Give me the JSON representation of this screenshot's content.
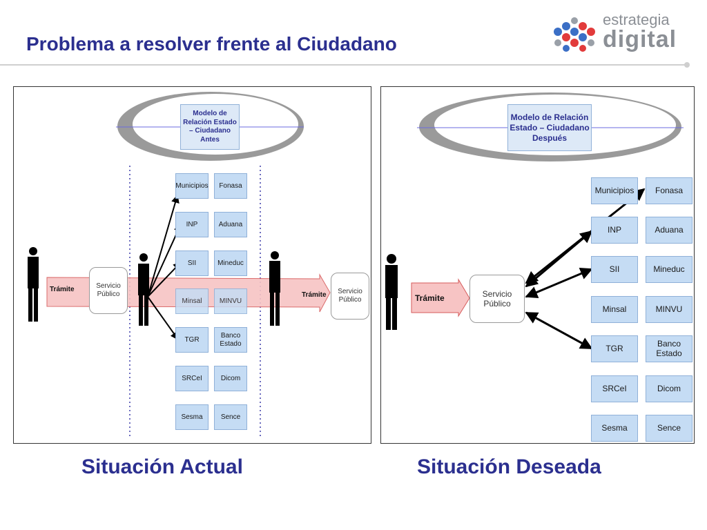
{
  "slide": {
    "title": "Problema a resolver frente al Ciudadano",
    "logo": {
      "line1": "estrategia",
      "line2": "digital"
    }
  },
  "left_panel": {
    "model_label": "Modelo de Relación Estado – Ciudadano Antes",
    "service_label": "Servicio Público",
    "service_label_right": "Servicio Público",
    "tramite_label": "Trámite",
    "tramite_label_right": "Trámite",
    "institutions": [
      "Municipios",
      "Fonasa",
      "INP",
      "Aduana",
      "SII",
      "Mineduc",
      "Minsal",
      "MINVU",
      "TGR",
      "Banco Estado",
      "SRCeI",
      "Dicom",
      "Sesma",
      "Sence"
    ],
    "caption": "Situación Actual"
  },
  "right_panel": {
    "model_label": "Modelo de Relación Estado – Ciudadano Después",
    "service_label": "Servicio Público",
    "tramite_label": "Trámite",
    "institutions": [
      "Municipios",
      "Fonasa",
      "INP",
      "Aduana",
      "SII",
      "Mineduc",
      "Minsal",
      "MINVU",
      "TGR",
      "Banco Estado",
      "SRCeI",
      "Dicom",
      "Sesma",
      "Sence"
    ],
    "caption": "Situación Deseada"
  },
  "colors": {
    "title": "#2b2f8f",
    "box_fill": "#c5dcf4",
    "arrow_fill": "#f7c4c4",
    "arrow_stroke": "#d65a5a"
  }
}
